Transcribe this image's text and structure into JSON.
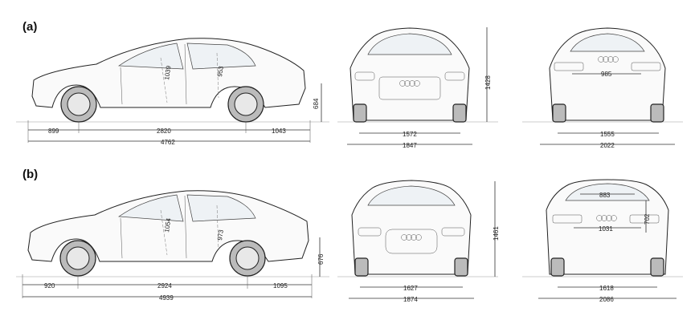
{
  "panels": [
    {
      "label": "(a)",
      "side": {
        "front_overhang": "899",
        "wheelbase": "2820",
        "rear_overhang": "1043",
        "length": "4762",
        "height_sill": "684",
        "front_headroom": "1039",
        "rear_headroom": "953"
      },
      "front": {
        "track": "1572",
        "width": "1847",
        "height": "1428"
      },
      "rear": {
        "track": "1555",
        "width": "2022",
        "interior": "985"
      }
    },
    {
      "label": "(b)",
      "side": {
        "front_overhang": "920",
        "wheelbase": "2924",
        "rear_overhang": "1095",
        "length": "4939",
        "height_sill": "676",
        "front_headroom": "1054",
        "rear_headroom": "973"
      },
      "front": {
        "track": "1627",
        "width": "1874",
        "height": "1461"
      },
      "rear": {
        "track": "1618",
        "width": "2086",
        "interior_top": "883",
        "interior": "1031",
        "height_mark": "702"
      }
    }
  ]
}
